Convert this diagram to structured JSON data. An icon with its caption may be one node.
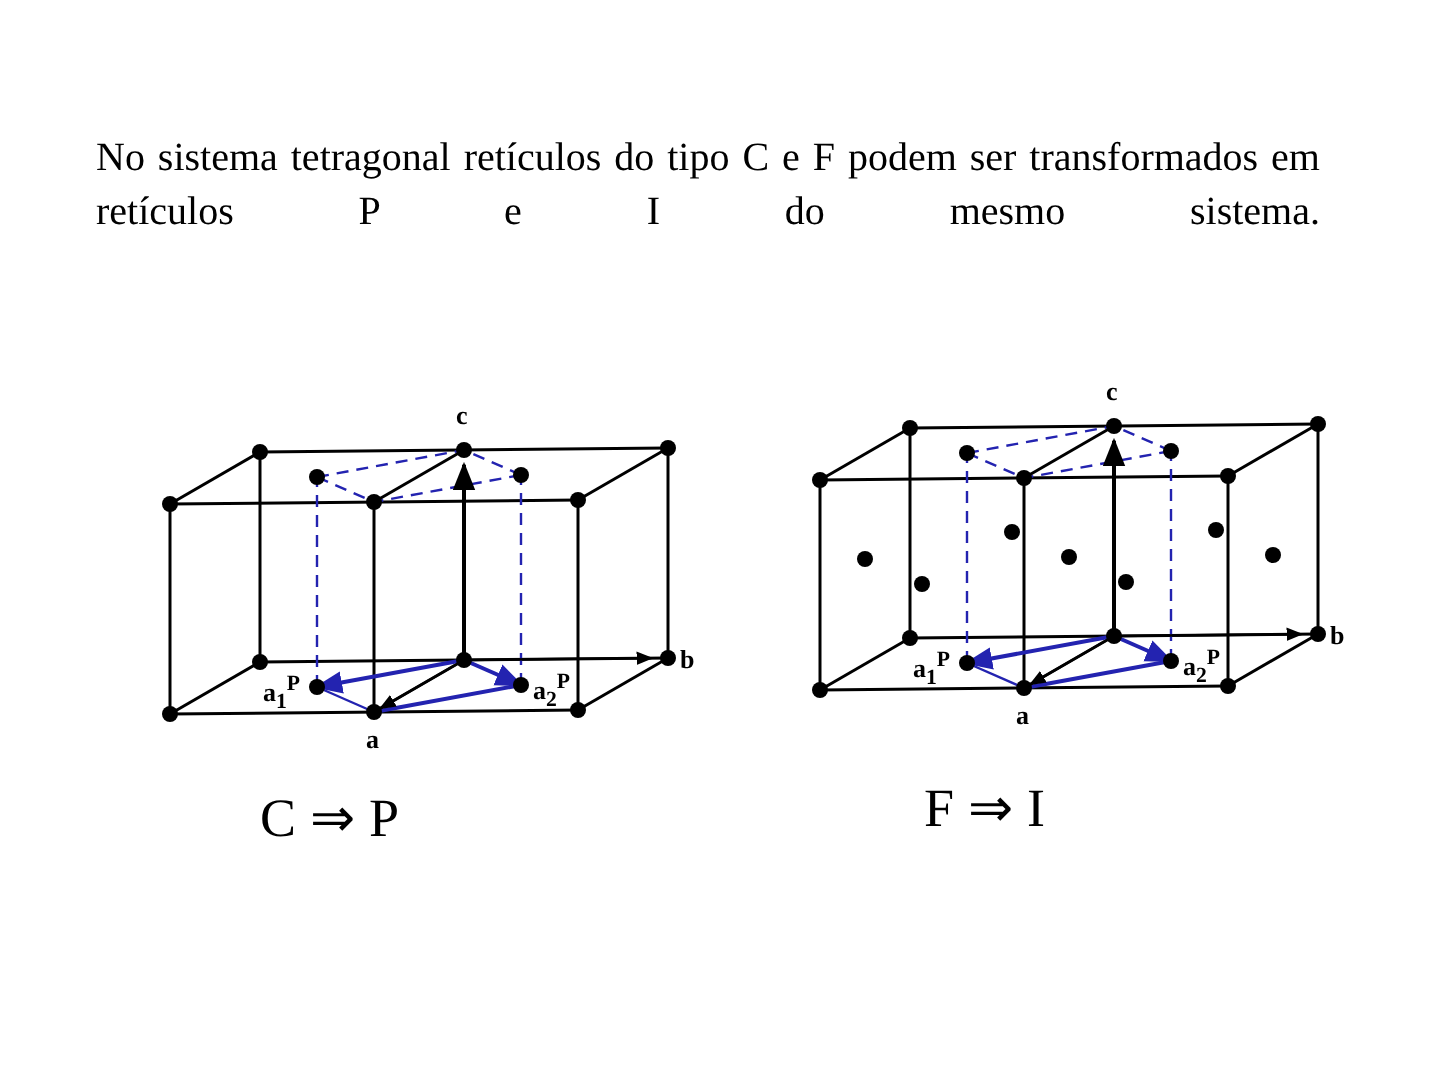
{
  "diagram": {
    "title": "No sistema tetragonal retículos do tipo C e F podem ser transformados em retículos P e I do mesmo sistema.",
    "labels": [
      "c",
      "a$_{1}$$^{P}$",
      "a$_{2}$$^{P}$",
      "b",
      "a",
      "c",
      "a$_{1}$$^{P}$",
      "a$_{2}$$^{P}$",
      "b",
      "a",
      "C ⇒ P",
      "F ⇒ I"
    ]
  }
}
